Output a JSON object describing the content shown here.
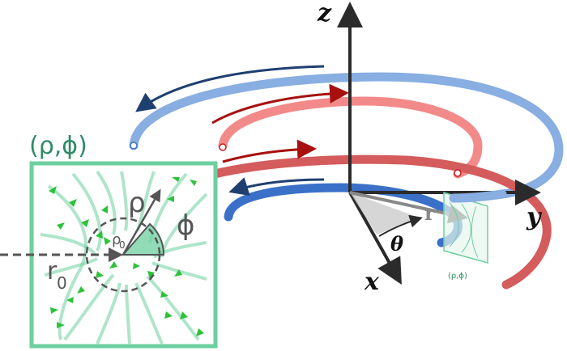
{
  "labels": {
    "z": "z",
    "y": "y",
    "x": "x",
    "theta": "θ",
    "r": "r",
    "box_coords": "(ρ,ϕ)",
    "rho": "ρ",
    "rho0": "ρ",
    "rho0_sub": "0",
    "phi": "ϕ",
    "r0": "r",
    "r0_sub": "0",
    "small_box_coords": "(ρ,ϕ)"
  },
  "colors": {
    "green": "#6dcf9f",
    "green_dark": "#2e8b66",
    "arrow_green": "#2ec23a",
    "axis": "#2b2b2b",
    "coil_light_blue": "#88aee2",
    "coil_blue": "#3a70c8",
    "coil_pink": "#f28a8a",
    "coil_red": "#d45c5c",
    "arrow_red": "#a80f0f",
    "arrow_navy": "#1f3f70"
  }
}
